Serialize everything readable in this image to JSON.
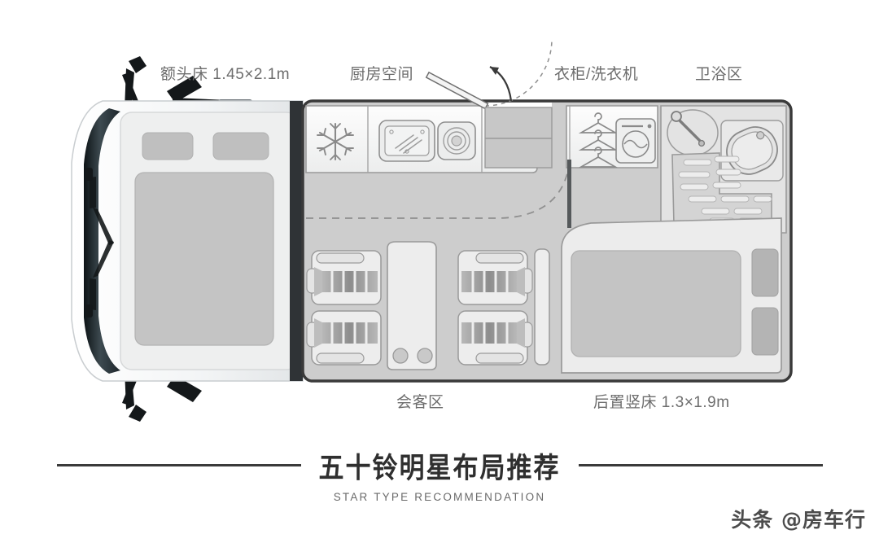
{
  "page": {
    "background": "#ffffff",
    "label_color": "#6d6d6d"
  },
  "labels": {
    "over_cab_bed": "额头床 1.45×2.1m",
    "kitchen": "厨房空间",
    "wardrobe_washer": "衣柜/洗衣机",
    "bathroom": "卫浴区",
    "lounge": "会客区",
    "rear_bed": "后置竖床 1.3×1.9m"
  },
  "title": {
    "cn": "五十铃明星布局推荐",
    "en": "STAR TYPE RECOMMENDATION",
    "rule_color": "#3a3a3a"
  },
  "watermark": {
    "text": "头条 @房车行"
  },
  "icons": {
    "fridge": "snowflake-icon",
    "cooktop": "cooktop-icon",
    "sink": "sink-icon",
    "hangers": "clothes-hanger-icon",
    "washer": "washing-machine-icon",
    "shower": "shower-head-icon",
    "toilet": "toilet-icon",
    "door_swing": "door-swing-arc-icon"
  },
  "colors": {
    "floor": "#cdcdcd",
    "cabinet": "#e9e9e9",
    "outline": "#8c8c8c",
    "body_outline": "#3a3a3a",
    "mattress": "#c4c4c4",
    "windshield_dark": "#2b3338",
    "seat_stripe": "#8f8f8f"
  },
  "floorplan": {
    "zones": [
      {
        "name": "over-cab-bed",
        "label": "额头床 1.45×2.1m"
      },
      {
        "name": "kitchen",
        "label": "厨房空间"
      },
      {
        "name": "wardrobe-washer",
        "label": "衣柜/洗衣机"
      },
      {
        "name": "bathroom",
        "label": "卫浴区"
      },
      {
        "name": "lounge",
        "label": "会客区"
      },
      {
        "name": "rear-bed",
        "label": "后置竖床 1.3×1.9m"
      }
    ],
    "seat_count": 4,
    "hanger_count": 3,
    "rear_bed_pillows": 2,
    "cab_bed_pillows": 2
  }
}
